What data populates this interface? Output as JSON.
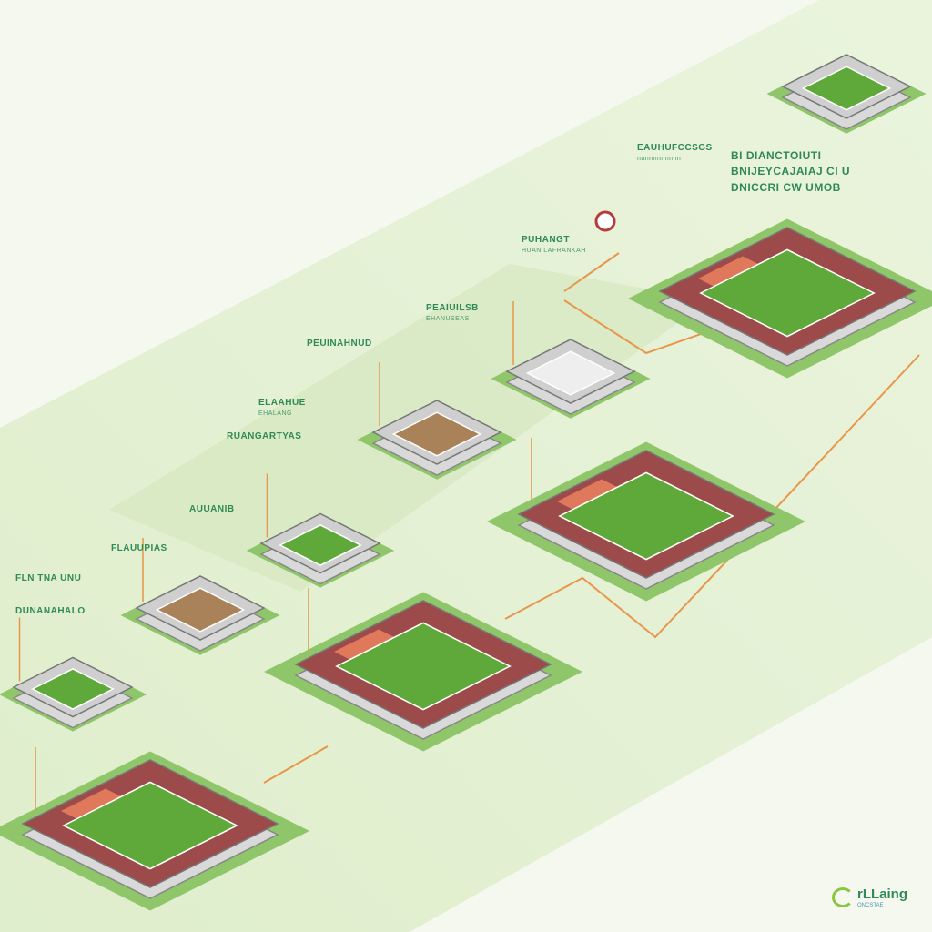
{
  "labels": [
    {
      "title": "BI DIANCTOIUTI",
      "sub": ""
    },
    {
      "title": "BNIJEYCAJAIAJ CI U",
      "sub": ""
    },
    {
      "title": "DNICCRI CW UMOB",
      "sub": ""
    },
    {
      "title": "EAUHUFCCSGS",
      "sub": "nannnnnnnnn"
    },
    {
      "title": "PUHANGT",
      "sub": "HUAN LAFRANKAH"
    },
    {
      "title": "PEAIUILSB",
      "sub": "EHANUSEAS"
    },
    {
      "title": "PEUINAHNUD",
      "sub": ""
    },
    {
      "title": "ELAAHUE",
      "sub": "EHALANG"
    },
    {
      "title": "RUANGARTYAS",
      "sub": ""
    },
    {
      "title": "AUUANIB",
      "sub": ""
    },
    {
      "title": "FLAUUPIAS",
      "sub": ""
    },
    {
      "title": "FLN TNA UNU",
      "sub": ""
    },
    {
      "title": "DUNANAHALO",
      "sub": ""
    }
  ],
  "logo": {
    "name": "rLLaing",
    "tagline": "ONCSTAE"
  },
  "colors": {
    "grass": "#5fa83a",
    "dirt": "#a9825a",
    "roof": "#e0785c",
    "line": "#e8964a",
    "label": "#2f8a55"
  }
}
